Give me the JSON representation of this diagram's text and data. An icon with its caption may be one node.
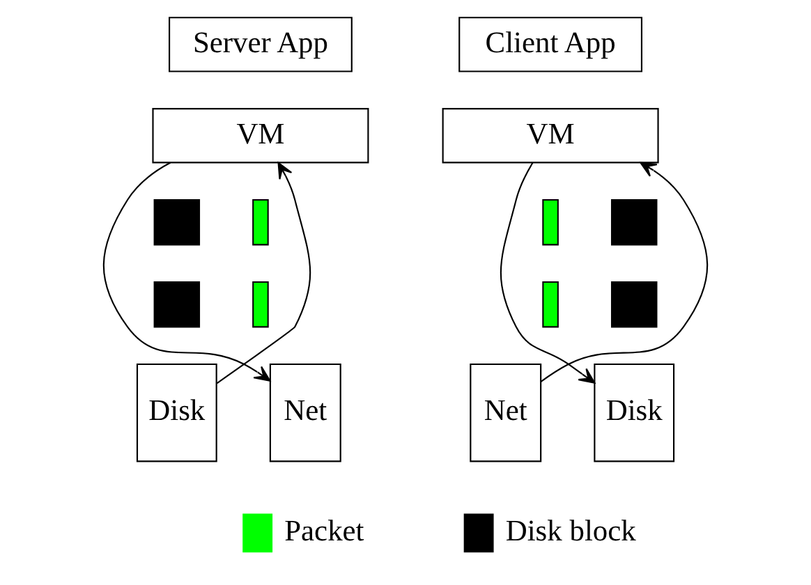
{
  "diagram": {
    "nodes": [
      {
        "text": [
          "Server App"
        ]
      },
      {
        "text": [
          "Client App"
        ]
      },
      {
        "text": [
          "VM"
        ]
      },
      {
        "text": [
          "VM"
        ]
      },
      {
        "text": [
          "Disk"
        ]
      },
      {
        "text": [
          "Net"
        ]
      },
      {
        "text": [
          "Net"
        ]
      },
      {
        "text": [
          "Disk"
        ]
      },
      {
        "text": [],
        "shape": "box"
      },
      {
        "text": [],
        "shape": "bar"
      },
      {
        "text": [],
        "shape": "bar"
      },
      {
        "text": [],
        "shape": "box"
      },
      {
        "text": [],
        "shape": "box"
      },
      {
        "text": [],
        "shape": "bar"
      },
      {
        "text": [],
        "shape": "bar"
      },
      {
        "text": [],
        "shape": "box"
      }
    ],
    "edges": [
      {
        "from": 4,
        "to": 2,
        "arrow": "to"
      },
      {
        "from": 2,
        "to": 5,
        "arrow": "to"
      },
      {
        "from": 6,
        "to": 3,
        "arrow": "to"
      },
      {
        "from": 3,
        "to": 7,
        "arrow": "to"
      }
    ],
    "legend": [
      {
        "text": "Packet",
        "color": "#00ff00"
      },
      {
        "text": "Disk block",
        "color": "#000000"
      }
    ]
  }
}
